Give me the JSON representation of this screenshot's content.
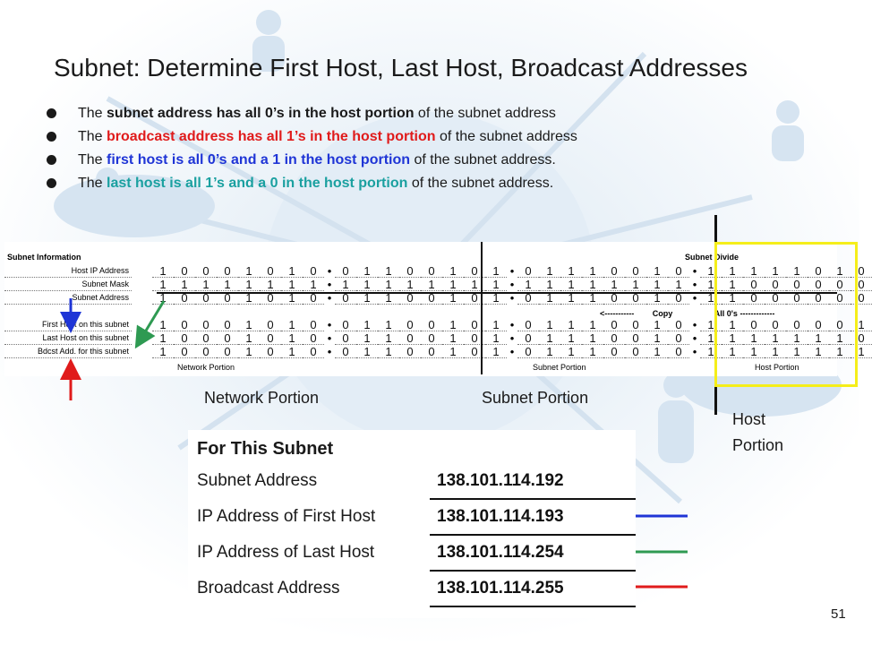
{
  "title": "Subnet: Determine First Host, Last Host, Broadcast Addresses",
  "bullets": [
    {
      "pre": "The ",
      "em": "subnet address has all 0’s in the host portion",
      "post": " of the subnet address"
    },
    {
      "pre": "The ",
      "em": "broadcast address has all 1’s in the host portion",
      "post": " of the subnet address"
    },
    {
      "pre": "The ",
      "em": "first host is all 0’s and a 1 in the host portion",
      "post": " of the subnet address."
    },
    {
      "pre": "The ",
      "em": "last host is all 1’s and a 0 in the host portion",
      "post": " of the subnet address."
    }
  ],
  "grid": {
    "header_left": "Subnet Information",
    "header_right": "Subnet Divide",
    "rows": [
      {
        "label": "Host IP Address",
        "bits": "10001010011001010111001011111010"
      },
      {
        "label": "Subnet Mask",
        "bits": "11111111111111111111111111000000"
      },
      {
        "label": "Subnet Address",
        "bits": "10001010011001010111001011000000"
      },
      {
        "label": "First Host on this subnet",
        "bits": "10001010011001010111001011000001"
      },
      {
        "label": "Last Host on this subnet",
        "bits": "10001010011001010111001011111110"
      },
      {
        "label": "Bdcst Add. for this subnet",
        "bits": "10001010011001010111001011111111"
      }
    ],
    "copy_left": "<-----------",
    "copy_text": "Copy",
    "copy_all": "All 0's",
    "copy_right": "-------------",
    "portion_network": "Network Portion",
    "portion_subnet": "Subnet Portion",
    "portion_host": "Host Portion"
  },
  "labels": {
    "network": "Network Portion",
    "subnet": "Subnet Portion",
    "host_line1": "Host",
    "host_line2": "Portion"
  },
  "panel": {
    "title": "For This Subnet",
    "rows": [
      {
        "label": "Subnet Address",
        "value": "138.101.114.192"
      },
      {
        "label": "IP Address of First Host",
        "value": "138.101.114.193"
      },
      {
        "label": "IP Address of Last Host",
        "value": "138.101.114.254"
      },
      {
        "label": "Broadcast Address",
        "value": "138.101.114.255"
      }
    ]
  },
  "colors": {
    "red": "#e01b1b",
    "blue": "#1f35d6",
    "green": "#2e9a52",
    "teal": "#1aa0a0",
    "highlight": "#f5ee1a"
  },
  "page_number": "51"
}
